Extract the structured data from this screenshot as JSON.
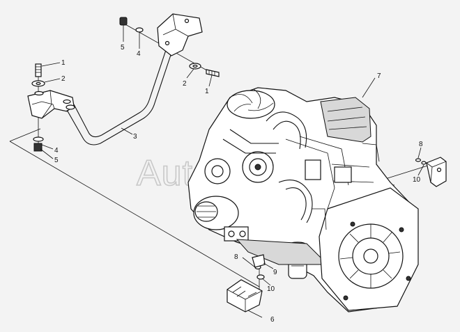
{
  "watermark": "AutoSoft",
  "callouts": {
    "c1_top": "1",
    "c2_top": "2",
    "c3": "3",
    "c4_left": "4",
    "c5_left": "5",
    "c5_top": "5",
    "c4_top": "4",
    "c2_mid": "2",
    "c1_mid": "1",
    "c7": "7",
    "c8_right": "8",
    "c10_right": "10",
    "c8_bottom": "8",
    "c9": "9",
    "c10_bottom": "10",
    "c6": "6"
  }
}
